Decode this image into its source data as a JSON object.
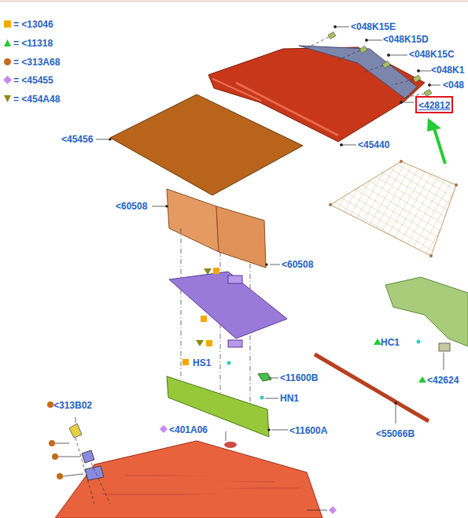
{
  "diagram": {
    "nodes": [
      {
        "text": [
          "<42812"
        ]
      }
    ],
    "labels": [
      "<048K15E",
      "<048K15D",
      "<048K15C",
      "<048K1",
      "<048",
      "<45456",
      "<45440",
      "<60508",
      "<60508",
      "HS1",
      "<11600B",
      "HN1",
      "<11600A",
      "<313B02",
      "<401A06",
      "HC1",
      "<42624",
      "<55066B"
    ],
    "legend": [
      {
        "text": "= <13046"
      },
      {
        "text": "= <11318"
      },
      {
        "text": "= <313A68"
      },
      {
        "text": "= <45455"
      },
      {
        "text": "= <454A48"
      }
    ]
  }
}
